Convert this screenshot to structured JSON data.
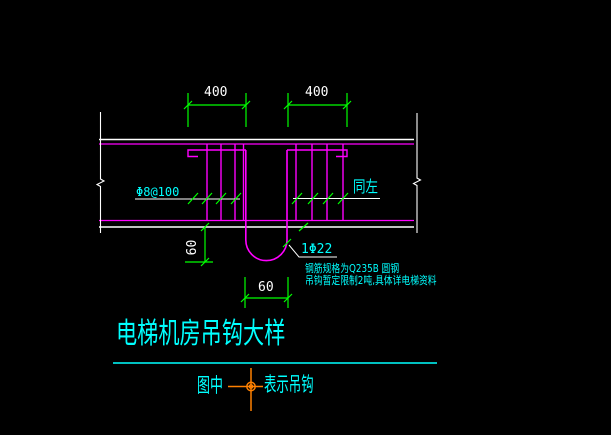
{
  "drawing": {
    "background": "#000000",
    "colors": {
      "outline": "#ffffff",
      "rebar": "#ff00ff",
      "dimension": "#00ff00",
      "annotation": "#00ffff",
      "legend_symbol": "#ff8000"
    },
    "dims": {
      "top_left": "400",
      "top_right": "400",
      "hook_depth": "60",
      "hook_width": "60"
    },
    "labels": {
      "stirrup_spec": "Φ8@100",
      "same_as_left": "同左",
      "hook_bar_spec": "1Φ22"
    },
    "notes": {
      "line1": "钢筋规格为Q235B 圆钢",
      "line2": "吊钩暂定限制2吨,具体详电梯资料"
    },
    "title": "电梯机房吊钩大样",
    "legend": {
      "prefix": "图中",
      "suffix": "表示吊钩",
      "symbol": "hook-position-marker"
    }
  }
}
